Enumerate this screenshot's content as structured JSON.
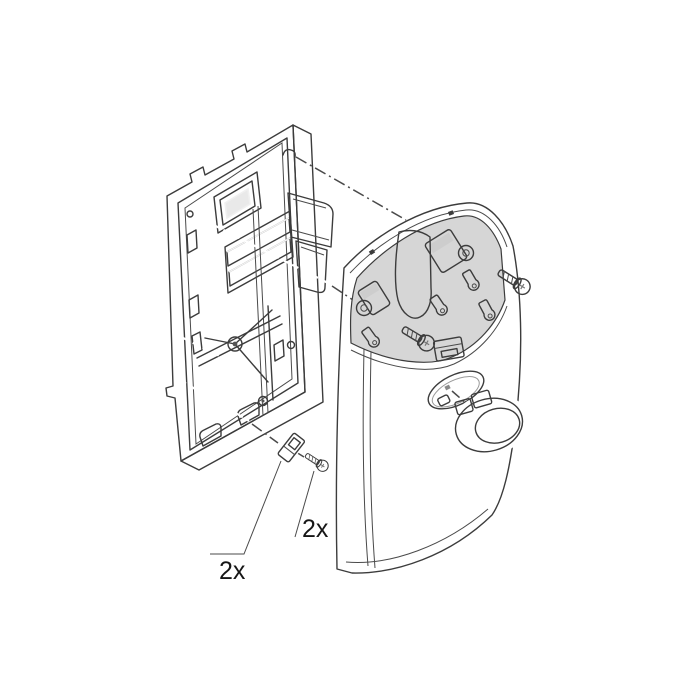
{
  "diagram": {
    "type": "exploded-assembly-drawing",
    "background": "#ffffff",
    "outline_color": "#3c3c3c",
    "part_fill": "#dedede",
    "part_fill_shade": "#c6c6c6",
    "cutout_fill": "#ffffff",
    "guide_line_color": "#4a4a4a",
    "parts": [
      "mounting-back-plate",
      "back-plate-flap",
      "front-cover",
      "mounting-platform",
      "control-knob",
      "fastening-screw-top",
      "fastening-screw-middle",
      "retaining-clip",
      "clip-screw"
    ],
    "callouts": [
      {
        "id": "retaining-clip-quantity",
        "text": "2x"
      },
      {
        "id": "screw-quantity",
        "text": "2x"
      }
    ]
  }
}
